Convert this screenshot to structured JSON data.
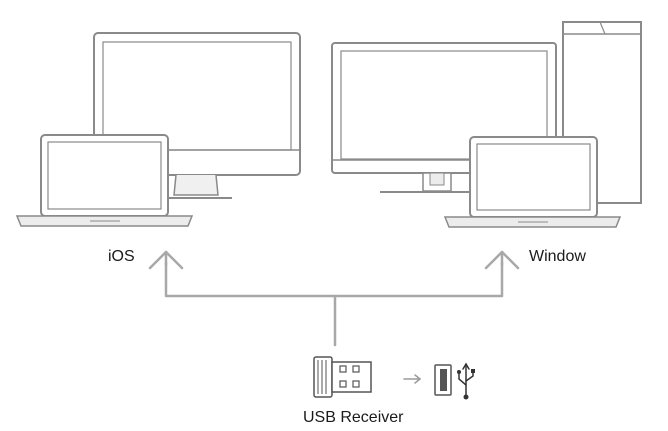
{
  "labels": {
    "ios": "iOS",
    "windows": "Window",
    "usb_receiver": "USB Receiver"
  },
  "icons": {
    "left_group": [
      "imac-icon",
      "macbook-icon"
    ],
    "right_group": [
      "monitor-icon",
      "pc-tower-icon",
      "windows-laptop-icon"
    ],
    "receiver": [
      "usb-receiver-icon",
      "usb-port-icon",
      "usb-symbol-icon"
    ]
  },
  "colors": {
    "line": "#a8a8a8",
    "device_stroke": "#8a8a8a",
    "device_fill": "#ececec",
    "text": "#1a1a1a"
  }
}
